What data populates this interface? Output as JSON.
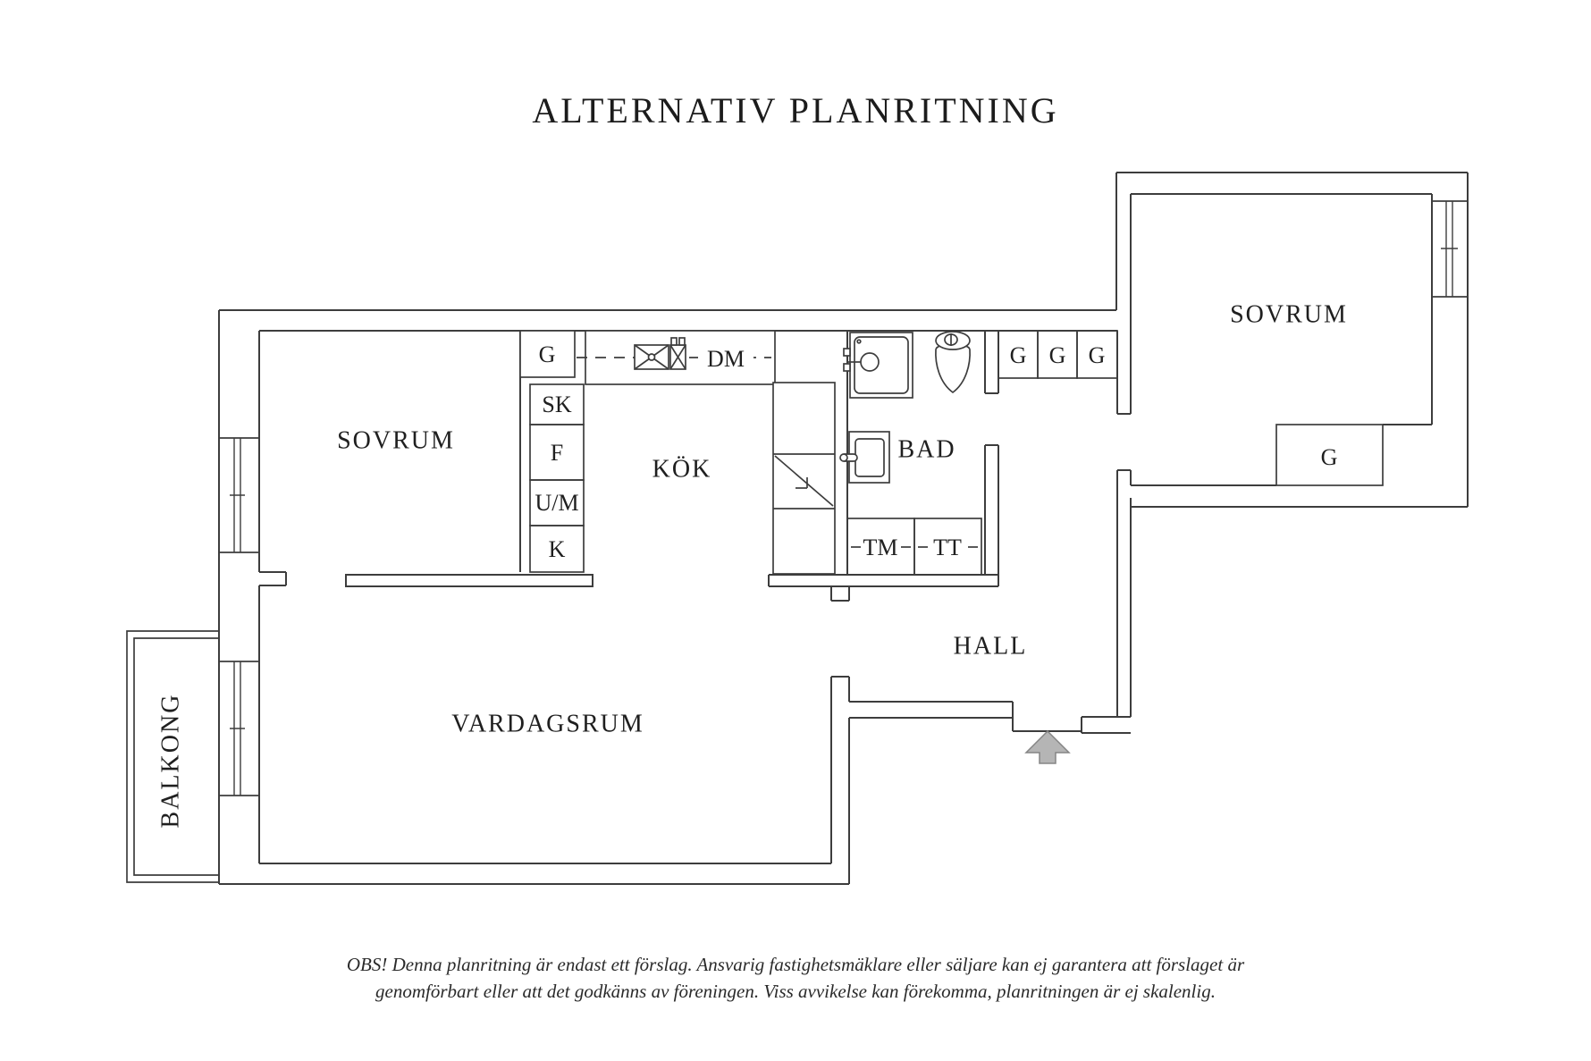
{
  "title": "ALTERNATIV PLANRITNING",
  "rooms": {
    "left_bedroom": "SOVRUM",
    "right_bedroom": "SOVRUM",
    "kitchen": "KÖK",
    "bathroom": "BAD",
    "hall": "HALL",
    "living_room": "VARDAGSRUM",
    "balcony": "BALKONG"
  },
  "storage_and_appliances": {
    "bedroom1_wardrobe": "G",
    "kitchen_closet_sk": "SK",
    "kitchen_closet_f": "F",
    "kitchen_closet_um": "U/M",
    "kitchen_closet_k": "K",
    "dishwasher": "DM",
    "washing_machine": "TM",
    "tumble_dryer": "TT",
    "hall_wardrobe_1": "G",
    "hall_wardrobe_2": "G",
    "hall_wardrobe_3": "G",
    "bedroom2_wardrobe": "G"
  },
  "disclaimer": {
    "line1": "OBS! Denna planritning är endast ett förslag. Ansvarig fastighetsmäklare eller säljare kan ej garantera att förslaget är",
    "line2": "genomförbart eller att det godkänns av föreningen. Viss avvikelse kan förekomma, planritningen är ej skalenlig."
  },
  "colors": {
    "line": "#3d3d3d",
    "text": "#1f1f1f",
    "arrow_fill": "#b5b5b5",
    "arrow_stroke": "#858585",
    "background": "#ffffff"
  }
}
